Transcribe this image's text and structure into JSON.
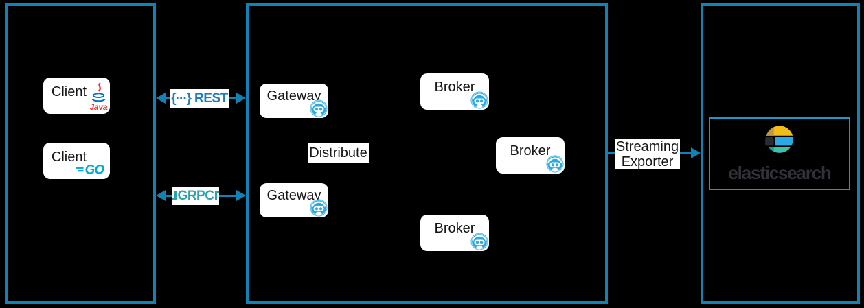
{
  "diagram": {
    "clients": [
      {
        "label": "Client",
        "runtime": "java"
      },
      {
        "label": "Client",
        "runtime": "go"
      }
    ],
    "java_wordmark": "Java",
    "go_wordmark": "GO",
    "rest": {
      "braces": "{···}",
      "label": "REST"
    },
    "grpc": {
      "label": "GRPC"
    },
    "distribute_label": "Distribute",
    "gateways": [
      {
        "label": "Gateway"
      },
      {
        "label": "Gateway"
      }
    ],
    "brokers": [
      {
        "label": "Broker"
      },
      {
        "label": "Broker"
      },
      {
        "label": "Broker"
      }
    ],
    "streaming_exporter": {
      "line1": "Streaming",
      "line2": "Exporter"
    },
    "elasticsearch_wordmark": "elasticsearch"
  },
  "colors": {
    "background": "#000000",
    "panel_border": "#1182b6",
    "arrow": "#1182b6",
    "rest_blue": "#1d7cc0",
    "grpc_teal": "#2ba3ab",
    "go_cyan": "#00acd7",
    "java_blue": "#0074bd",
    "java_red": "#ea2d2e",
    "zeebe_blue": "#29abe2",
    "es_yellow": "#f3bd19",
    "es_yellow_dark": "#c1993d",
    "es_blue": "#2baae1",
    "es_teal": "#3fc1a9",
    "es_teal_dark": "#17998b",
    "es_dark": "#2a2a33",
    "es_text": "#32313a"
  }
}
